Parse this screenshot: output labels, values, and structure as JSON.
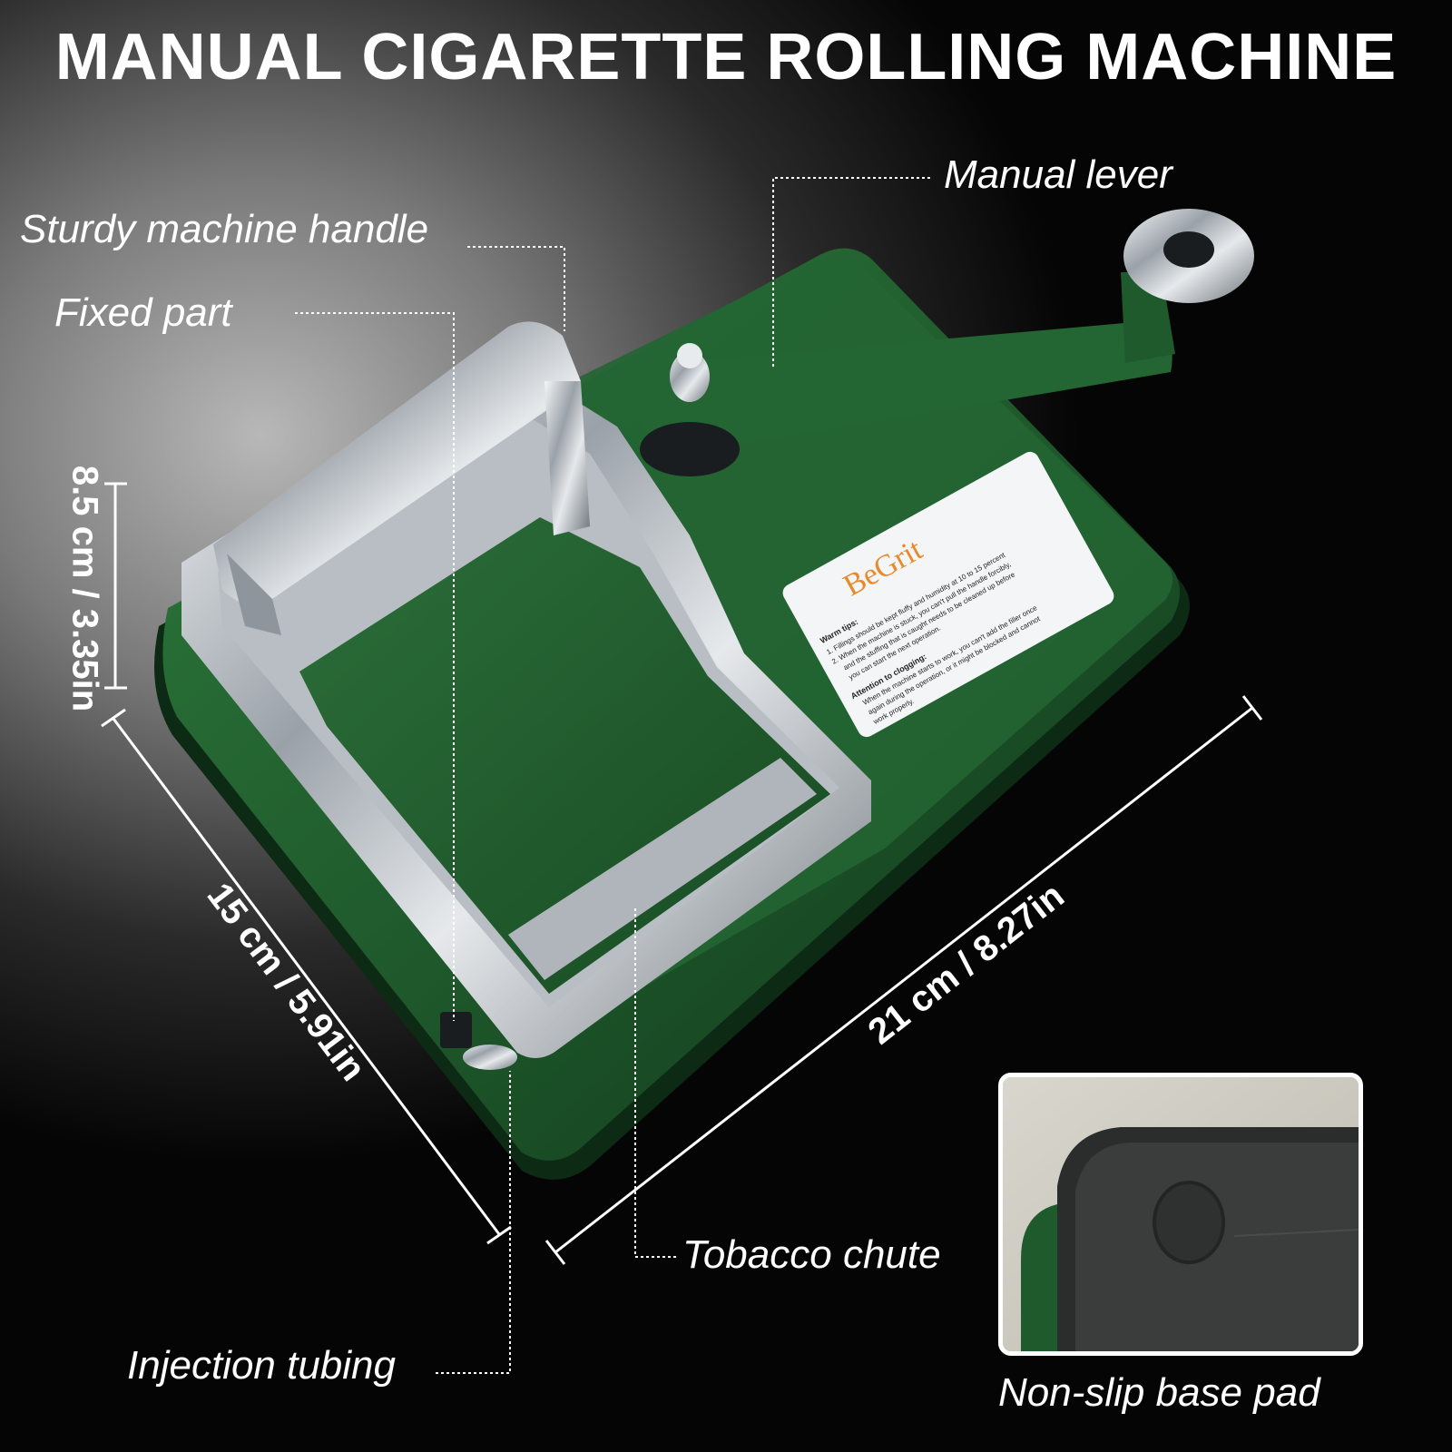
{
  "title": "MANUAL CIGARETTE ROLLING MACHINE",
  "callouts": {
    "manual_lever": "Manual lever",
    "sturdy_handle": "Sturdy machine handle",
    "fixed_part": "Fixed part",
    "tobacco_chute": "Tobacco chute",
    "injection_tubing": "Injection tubing",
    "non_slip_pad": "Non-slip base pad"
  },
  "dimensions": {
    "height": "8.5 cm / 3.35in",
    "width": "15 cm / 5.91in",
    "length": "21 cm / 8.27in"
  },
  "label": {
    "brand": "BeGrit",
    "warm_tips_title": "Warm tips:",
    "tip1": "1. Fillings should be kept fluffy and humidity at 10 to 15 percent",
    "tip2": "2. When the machine is stuck, you can't pull the handle forcibly,",
    "tip3": "and the stuffing that is caught needs to be cleaned up before",
    "tip4": "you can start the next operation.",
    "clog_title": "Attention to clogging:",
    "clog1": "When the machine starts to work, you can't add the filler once",
    "clog2": "again during the operation, or it might be blocked and cannot",
    "clog3": "work properly."
  },
  "colors": {
    "machine_green": "#1f5a2c",
    "chrome": "#c8cdd2",
    "text": "#ffffff"
  }
}
